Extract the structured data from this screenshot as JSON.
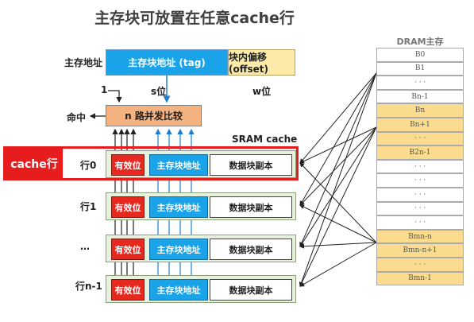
{
  "title": "主存块可放置在任意cache行",
  "address": {
    "label": "主存地址",
    "tag_label": "主存块地址 (tag)",
    "offset_label": "块内偏移(offset)",
    "s_label": "s位",
    "w_label": "w位"
  },
  "comparator": {
    "label": "n 路并发比较",
    "hit_label": "命中",
    "one_label": "1"
  },
  "sram_label": "SRAM cache",
  "cache_row_badge": "cache行",
  "rows": [
    {
      "name": "行0",
      "valid": "有效位",
      "tag": "主存块地址",
      "data": "数据块副本"
    },
    {
      "name": "行1",
      "valid": "有效位",
      "tag": "主存块地址",
      "data": "数据块副本"
    },
    {
      "name": "…",
      "valid": "有效位",
      "tag": "主存块地址",
      "data": "数据块副本"
    },
    {
      "name": "行n-1",
      "valid": "有效位",
      "tag": "主存块地址",
      "data": "数据块副本"
    }
  ],
  "dram": {
    "title": "DRAM主存",
    "cells": [
      {
        "label": "B0",
        "shade": "white"
      },
      {
        "label": "B1",
        "shade": "white"
      },
      {
        "label": "· · ·",
        "shade": "white"
      },
      {
        "label": "Bn-1",
        "shade": "white"
      },
      {
        "label": "Bn",
        "shade": "yellow"
      },
      {
        "label": "Bn+1",
        "shade": "yellow"
      },
      {
        "label": "· · ·",
        "shade": "yellow"
      },
      {
        "label": "B2n-1",
        "shade": "yellow"
      },
      {
        "label": "· · ·",
        "shade": "white"
      },
      {
        "label": "· · ·",
        "shade": "white"
      },
      {
        "label": "· · ·",
        "shade": "white"
      },
      {
        "label": "· · ·",
        "shade": "white"
      },
      {
        "label": "· · ·",
        "shade": "white"
      },
      {
        "label": "Bmn-n",
        "shade": "yellow"
      },
      {
        "label": "Bmn-n+1",
        "shade": "yellow"
      },
      {
        "label": "· · ·",
        "shade": "yellow"
      },
      {
        "label": "Bmn-1",
        "shade": "yellow"
      }
    ]
  }
}
